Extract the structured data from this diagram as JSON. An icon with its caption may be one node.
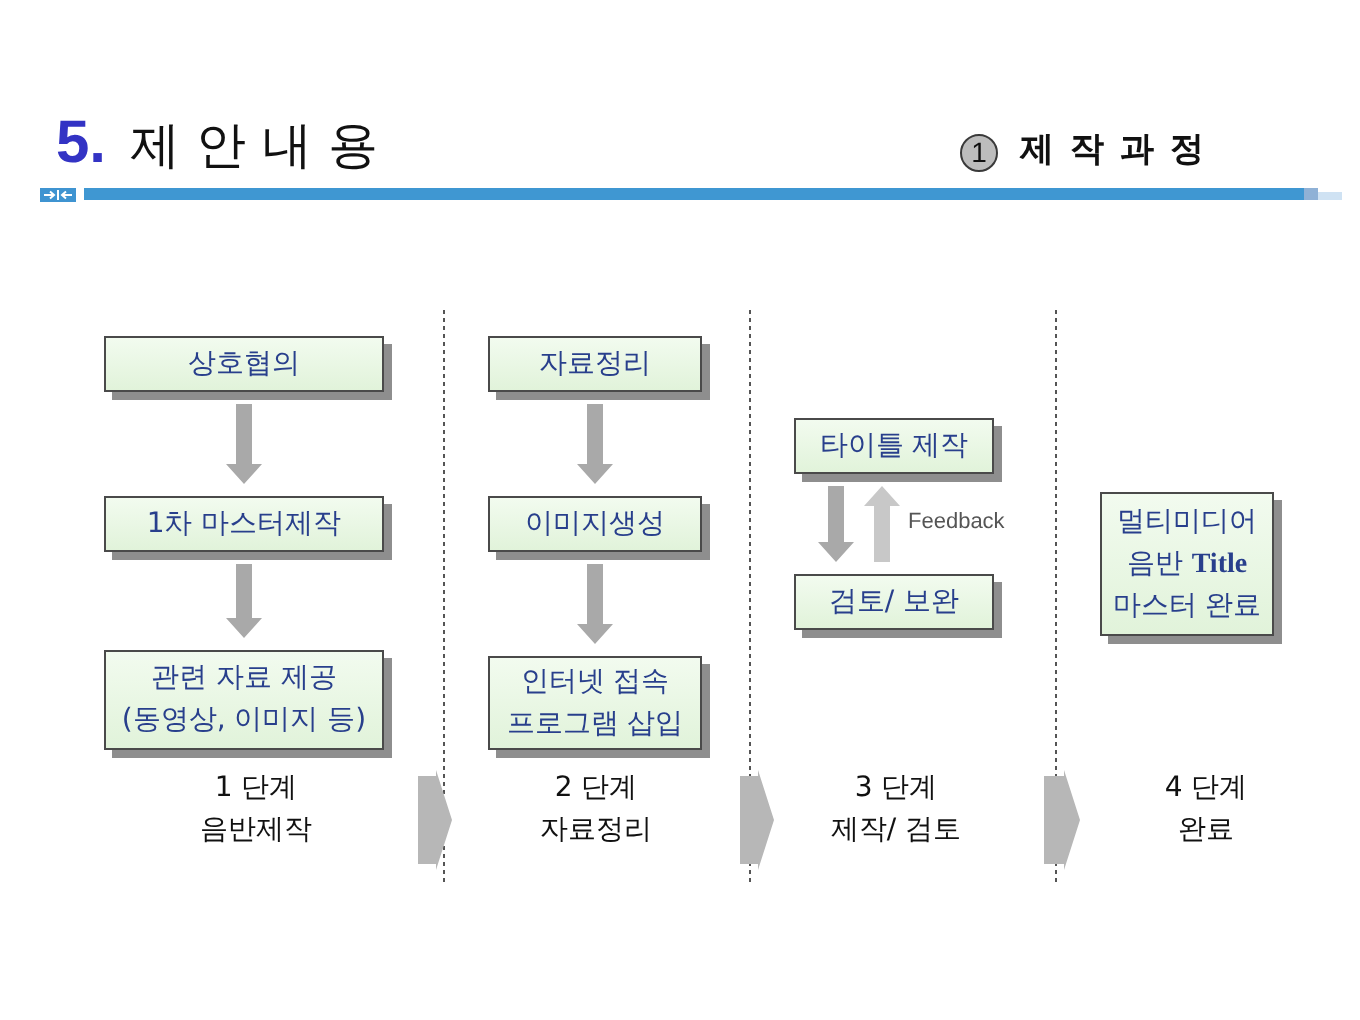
{
  "diagram": {
    "title": "**5.** 제 안 내 용",
    "nodes": [
      {
        "text": [
          "상호협의"
        ]
      },
      {
        "text": [
          "1차 마스터제작"
        ]
      },
      {
        "text": [
          "관련 자료 제공 (동영상, 이미지 등)"
        ]
      },
      {
        "text": [
          "1 단계",
          "음반제작"
        ]
      },
      {
        "text": [
          "자료정리"
        ]
      },
      {
        "text": [
          "이미지생성"
        ]
      },
      {
        "text": [
          "인터넷 접속 프로그램 삽입"
        ]
      },
      {
        "text": [
          "2 단계",
          "자료정리"
        ]
      },
      {
        "text": [
          "타이틀 제작"
        ]
      },
      {
        "text": [
          "검토/ 보완"
        ]
      },
      {
        "text": [
          "3 단계",
          "제작/ 검토"
        ]
      },
      {
        "text": [
          "멀티미디어 음반 **Title** 마스터 완료"
        ]
      },
      {
        "text": [
          "4 단계",
          "완료"
        ]
      }
    ],
    "edges": [
      {
        "from": 0,
        "to": 1,
        "arrow": "to"
      },
      {
        "from": 1,
        "to": 2,
        "arrow": "to"
      },
      {
        "from": 4,
        "to": 5,
        "arrow": "to"
      },
      {
        "from": 5,
        "to": 6,
        "arrow": "to"
      },
      {
        "from": 8,
        "to": 9,
        "arrow": "to"
      },
      {
        "from": 9,
        "to": 8,
        "arrow": "to",
        "label": "Feedback",
        "color": "#c8c8c8"
      },
      {
        "from": 3,
        "to": 7,
        "arrow": "to"
      },
      {
        "from": 7,
        "to": 10,
        "arrow": "to"
      },
      {
        "from": 10,
        "to": 12,
        "arrow": "to"
      }
    ],
    "labels": [
      "1",
      "제 작 과 정"
    ]
  }
}
